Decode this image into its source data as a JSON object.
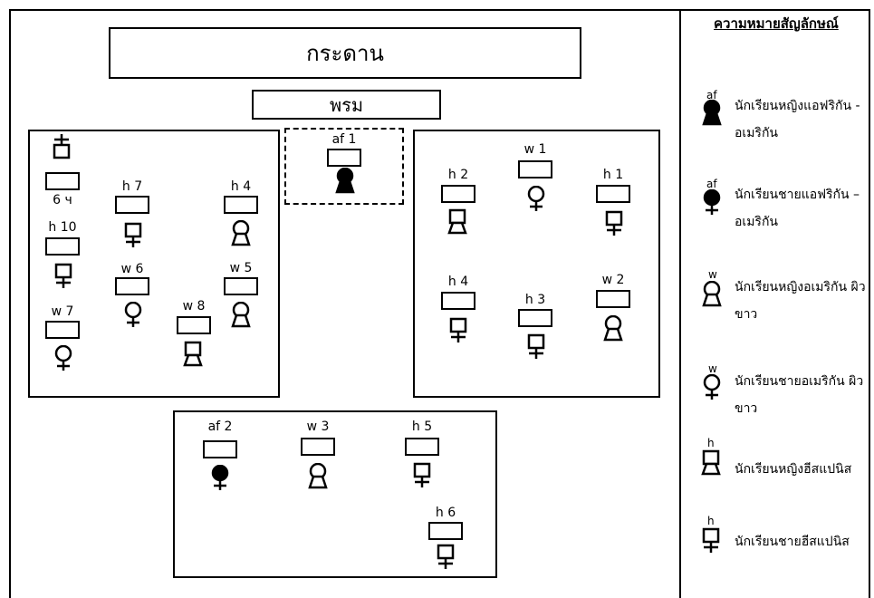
{
  "board_label": "กระดาน",
  "carpet_label": "พรม",
  "seats": {
    "af1": "af 1",
    "c6": "6 ч",
    "h7": "h 7",
    "h4a": "h 4",
    "h10": "h 10",
    "w6": "w 6",
    "w5": "w 5",
    "w7": "w 7",
    "w8": "w 8",
    "w1": "w 1",
    "h2": "h 2",
    "h1": "h 1",
    "h4b": "h 4",
    "h3": "h 3",
    "w2": "w 2",
    "af2": "af 2",
    "w3": "w 3",
    "h5": "h 5",
    "h6": "h 6"
  },
  "legend": {
    "title": "ความหมายสัญลักษณ์",
    "items": [
      {
        "code": "af",
        "text": "นักเรียนหญิงแอฟริกัน - อเมริกัน",
        "icon": "filled-female-icon"
      },
      {
        "code": "af",
        "text": "นักเรียนชายแอฟริกัน – อเมริกัน",
        "icon": "filled-male-icon"
      },
      {
        "code": "w",
        "text": "นักเรียนหญิงอเมริกัน ผิวขาว",
        "icon": "female-icon"
      },
      {
        "code": "w",
        "text": "นักเรียนชายอเมริกัน ผิวขาว",
        "icon": "male-icon"
      },
      {
        "code": "h",
        "text": "นักเรียนหญิงฮีสแปนิส",
        "icon": "square-female-icon"
      },
      {
        "code": "h",
        "text": "นักเรียนชายฮีสแปนิส",
        "icon": "square-male-icon"
      }
    ]
  }
}
